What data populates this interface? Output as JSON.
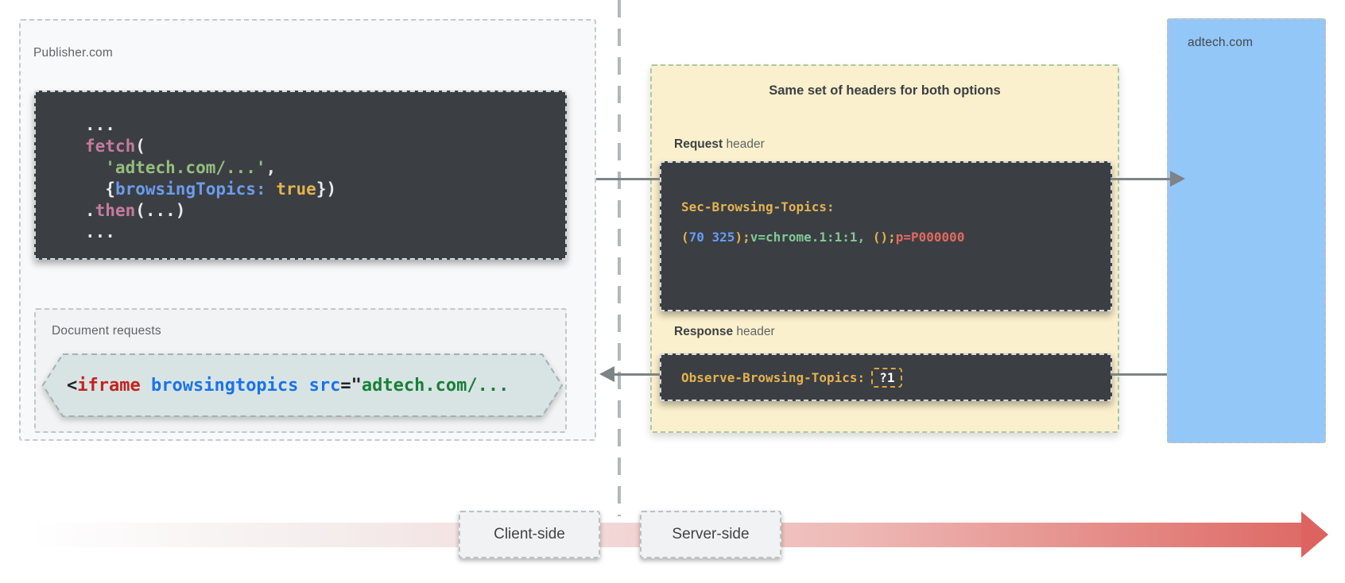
{
  "publisher": {
    "label": "Publisher.com",
    "code": {
      "l1": "...",
      "l2a": "fetch",
      "l2b": "(",
      "l3a": "  'adtech.com/...'",
      "l3b": ",",
      "l4a": "  {",
      "l4b": "browsingTopics:",
      "l4c": " ",
      "l4d": "true",
      "l4e": "})",
      "l5a": ".",
      "l5b": "then",
      "l5c": "(...)",
      "l6": "..."
    },
    "document_requests": {
      "label": "Document requests",
      "iframe": {
        "lt": "<",
        "tag": "iframe",
        "sp1": " ",
        "attr": "browsingtopics",
        "sp2": " ",
        "src": "src",
        "eq": "=\"",
        "url": "adtech.com/..."
      }
    }
  },
  "headers_panel": {
    "title": "Same set of headers for both options",
    "request_label_bold": "Request",
    "request_label_rest": " header",
    "request_line1": "Sec-Browsing-Topics:",
    "request_line2": {
      "p1": "(",
      "nums": "70 325",
      "p2": ");",
      "v": "v=chrome.1:1:1,",
      "sp": " ",
      "p3": "();",
      "p": "p=P000000"
    },
    "response_label_bold": "Response",
    "response_label_rest": " header",
    "response_code": "Observe-Browsing-Topics:",
    "response_value": "?1"
  },
  "adtech": {
    "label": "adtech.com"
  },
  "timeline": {
    "client": "Client-side",
    "server": "Server-side"
  },
  "colors": {
    "headers_panel_bg": "#fbf0cd",
    "adtech_blue": "#92c7f8",
    "code_block_bg": "#3b3e43",
    "timeline_red": "#dd6361",
    "token_gold": "#e3b34f",
    "token_green": "#81c995",
    "token_blue": "#669df6",
    "token_salmon": "#e06a5f",
    "arrow_gray": "#7e8387"
  }
}
